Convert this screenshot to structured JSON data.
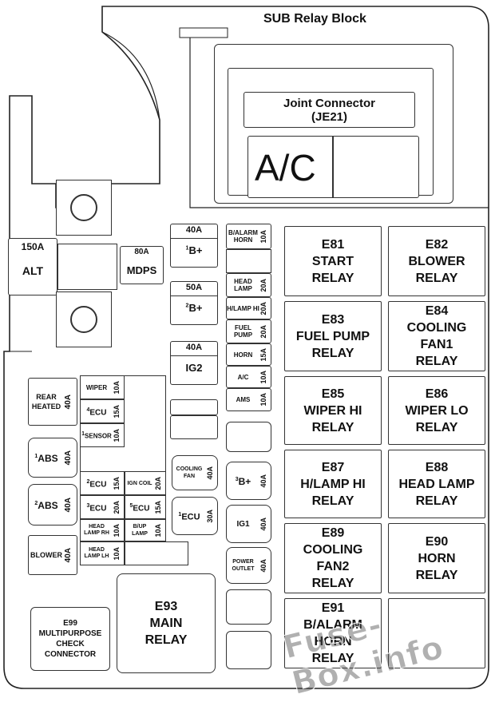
{
  "title": "SUB Relay Block",
  "joint_connector": {
    "line1": "Joint Connector",
    "line2": "(JE21)"
  },
  "ac_module": "A/C",
  "alt_fuse": {
    "amp": "150A",
    "name": "ALT"
  },
  "mdps_fuse": {
    "amp": "80A",
    "name": "MDPS"
  },
  "cartridge_fuses": [
    {
      "amp": "40A",
      "num": "1",
      "name": "B+"
    },
    {
      "amp": "50A",
      "num": "2",
      "name": "B+"
    },
    {
      "amp": "40A",
      "num": "",
      "name": "IG2"
    }
  ],
  "top_fuse_column": [
    {
      "name": "B/ALARM HORN",
      "amp": "10A"
    },
    {
      "name": "HEAD LAMP",
      "amp": "20A"
    },
    {
      "name": "H/LAMP HI",
      "amp": "20A"
    },
    {
      "name": "FUEL PUMP",
      "amp": "20A"
    },
    {
      "name": "HORN",
      "amp": "15A"
    },
    {
      "name": "A/C",
      "amp": "10A"
    },
    {
      "name": "AMS",
      "amp": "10A"
    }
  ],
  "relays": [
    {
      "id": "E81",
      "l1": "START",
      "l2": "RELAY",
      "l3": ""
    },
    {
      "id": "E82",
      "l1": "BLOWER",
      "l2": "RELAY",
      "l3": ""
    },
    {
      "id": "E83",
      "l1": "FUEL PUMP",
      "l2": "RELAY",
      "l3": ""
    },
    {
      "id": "E84",
      "l1": "COOLING",
      "l2": "FAN1",
      "l3": "RELAY"
    },
    {
      "id": "E85",
      "l1": "WIPER HI",
      "l2": "RELAY",
      "l3": ""
    },
    {
      "id": "E86",
      "l1": "WIPER LO",
      "l2": "RELAY",
      "l3": ""
    },
    {
      "id": "E87",
      "l1": "H/LAMP HI",
      "l2": "RELAY",
      "l3": ""
    },
    {
      "id": "E88",
      "l1": "HEAD LAMP",
      "l2": "RELAY",
      "l3": ""
    },
    {
      "id": "E89",
      "l1": "COOLING",
      "l2": "FAN2",
      "l3": "RELAY"
    },
    {
      "id": "E90",
      "l1": "HORN",
      "l2": "RELAY",
      "l3": ""
    },
    {
      "id": "E91",
      "l1": "B/ALARM",
      "l2": "HORN",
      "l3": "RELAY"
    }
  ],
  "main_relay": {
    "id": "E93",
    "l1": "MAIN",
    "l2": "RELAY"
  },
  "check_connector": {
    "id": "E99",
    "l1": "MULTIPURPOSE",
    "l2": "CHECK",
    "l3": "CONNECTOR"
  },
  "left_fuses": [
    {
      "num": "",
      "name": "REAR HEATED",
      "amp": "40A"
    },
    {
      "num": "1",
      "name": "ABS",
      "amp": "40A"
    },
    {
      "num": "2",
      "name": "ABS",
      "amp": "40A"
    },
    {
      "num": "",
      "name": "BLOWER",
      "amp": "40A"
    }
  ],
  "mini_fuses_left": [
    {
      "num": "",
      "name": "WIPER",
      "amp": "10A"
    },
    {
      "num": "4",
      "name": "ECU",
      "amp": "15A"
    },
    {
      "num": "1",
      "name": "SENSOR",
      "amp": "10A"
    },
    {
      "num": "2",
      "name": "ECU",
      "amp": "15A"
    },
    {
      "num": "3",
      "name": "ECU",
      "amp": "20A"
    },
    {
      "num": "",
      "name": "HEAD LAMP RH",
      "amp": "10A"
    },
    {
      "num": "",
      "name": "HEAD LAMP LH",
      "amp": "10A"
    }
  ],
  "mini_fuses_right": [
    {
      "num": "",
      "name": "IGN COIL",
      "amp": "20A"
    },
    {
      "num": "5",
      "name": "ECU",
      "amp": "15A"
    },
    {
      "num": "",
      "name": "B/UP LAMP",
      "amp": "10A"
    }
  ],
  "mid_fuses": [
    {
      "num": "",
      "name": "COOLING FAN",
      "amp": "40A"
    },
    {
      "num": "1",
      "name": "ECU",
      "amp": "30A"
    }
  ],
  "right_mid_fuses": [
    {
      "num": "3",
      "name": "B+",
      "amp": "40A"
    },
    {
      "num": "",
      "name": "IG1",
      "amp": "40A"
    },
    {
      "num": "",
      "name": "POWER OUTLET",
      "amp": "40A"
    }
  ],
  "watermark": "Fuse-Box.info"
}
